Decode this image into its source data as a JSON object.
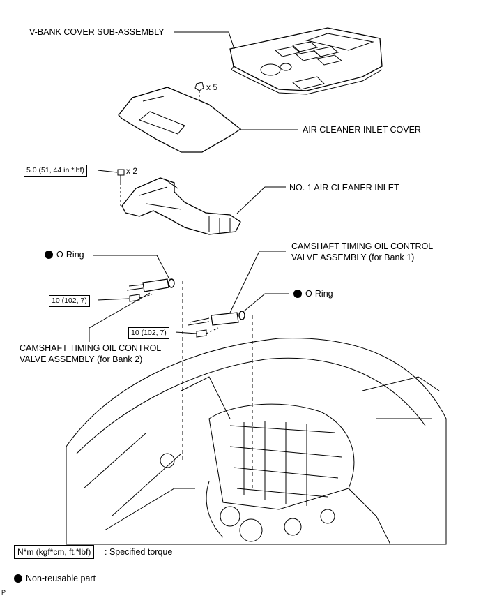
{
  "labels": {
    "vbank_cover": "V-BANK COVER SUB-ASSEMBLY",
    "air_cleaner_inlet_cover": "AIR CLEANER INLET COVER",
    "no1_air_cleaner_inlet": "NO. 1 AIR CLEANER INLET",
    "oring_left": "O-Ring",
    "oring_right": "O-Ring",
    "camshaft_bank1_line1": "CAMSHAFT TIMING OIL CONTROL",
    "camshaft_bank1_line2": "VALVE ASSEMBLY (for Bank 1)",
    "camshaft_bank2_line1": "CAMSHAFT TIMING OIL CONTROL",
    "camshaft_bank2_line2": "VALVE ASSEMBLY (for Bank 2)"
  },
  "quantities": {
    "cover_clips": "x 5",
    "inlet_bolts": "x 2"
  },
  "torques": {
    "inlet_bolt": "5.0 (51, 44 in.*lbf)",
    "bank2_bolt": "10 (102, 7)",
    "bank1_bolt": "10 (102, 7)"
  },
  "legend": {
    "torque_unit": "N*m (kgf*cm, ft.*lbf)",
    "torque_desc": ": Specified torque",
    "nonreusable": "Non-reusable part"
  },
  "footer_code": "P"
}
